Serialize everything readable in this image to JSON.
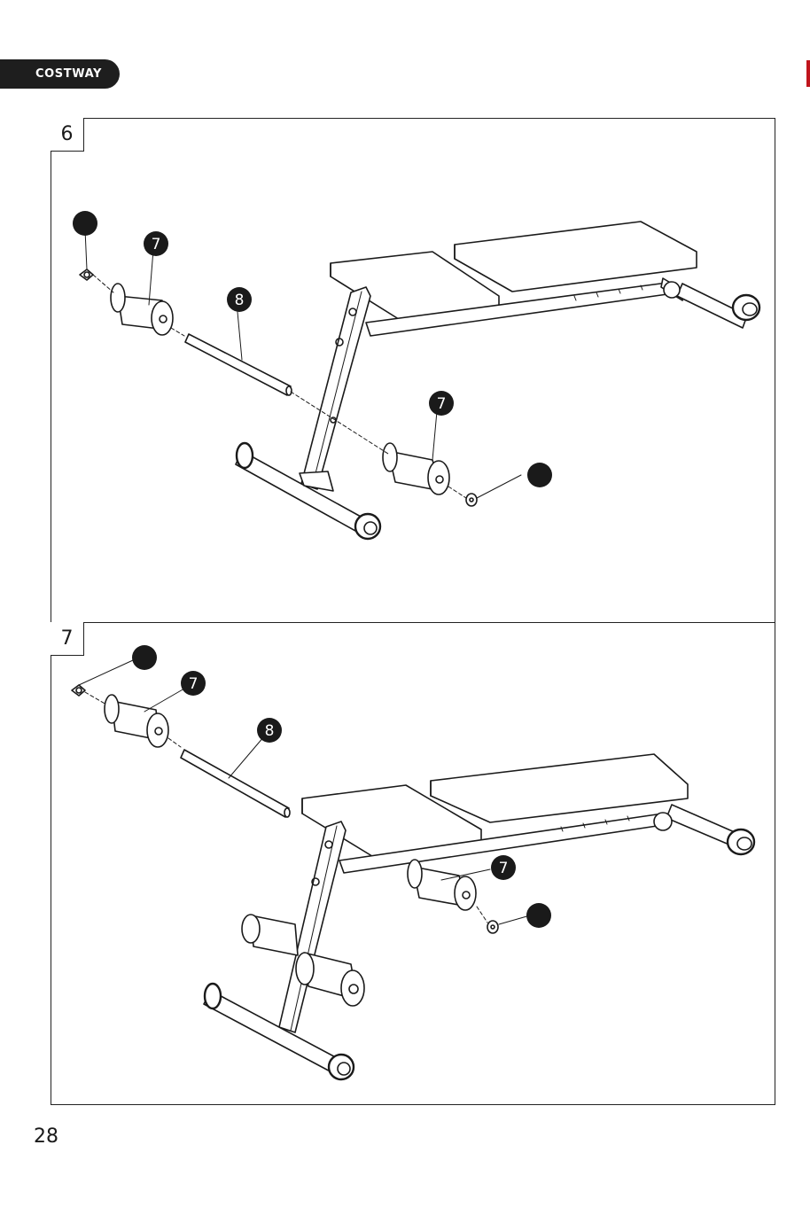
{
  "brand": {
    "name": "COSTWAY"
  },
  "steps": [
    {
      "number": "6",
      "callouts": {
        "roller_pad": "7",
        "tube": "8"
      }
    },
    {
      "number": "7",
      "callouts": {
        "roller_pad": "7",
        "tube": "8"
      }
    }
  ],
  "page": {
    "number": "28"
  },
  "colors": {
    "brand_tab": "#1e1e1e",
    "edge_mark": "#c0141c",
    "line_art": "#1a1a1a"
  }
}
